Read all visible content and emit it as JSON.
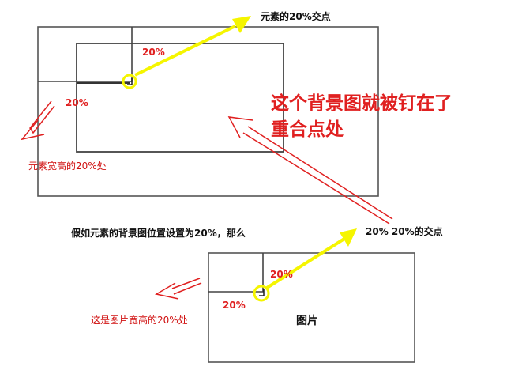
{
  "labels": {
    "element_corner": "元素的20%交点",
    "image_pct_top": "20%",
    "element_pct_left": "20%",
    "element_wh": "元素宽高的20%处",
    "pinned_line1": "这个背景图就被钉在了",
    "pinned_line2": "重合点处",
    "if_position": "假如元素的背景图位置设置为20%，那么",
    "intersection": "20% 20%的交点",
    "pct_top_2": "20%",
    "pct_left_2": "20%",
    "image_wh": "这是图片宽高的20%处",
    "image_title": "图片"
  },
  "colors": {
    "yellow": "#f5f500",
    "red": "#e02020",
    "border": "#555555"
  }
}
